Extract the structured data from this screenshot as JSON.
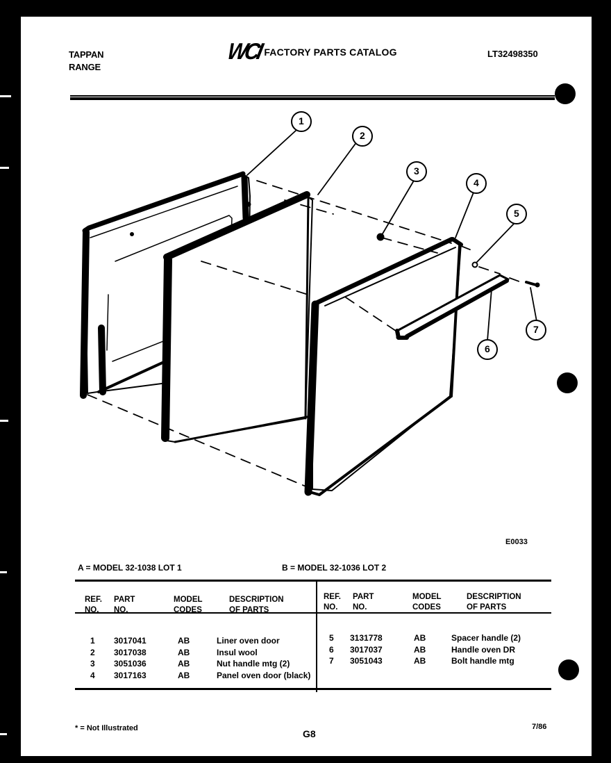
{
  "header": {
    "brand_line1": "TAPPAN",
    "brand_line2": "RANGE",
    "logo": "WCI",
    "catalog_title": "FACTORY PARTS CATALOG",
    "catalog_number": "LT32498350"
  },
  "diagram": {
    "code": "E0033",
    "callouts": [
      "1",
      "2",
      "3",
      "4",
      "5",
      "6",
      "7"
    ]
  },
  "models": {
    "a": "A = MODEL 32-1038 LOT 1",
    "b": "B = MODEL 32-1036 LOT 2"
  },
  "table": {
    "headers": {
      "ref_1": "REF.",
      "ref_2": "NO.",
      "part_1": "PART",
      "part_2": "NO.",
      "model_1": "MODEL",
      "model_2": "CODES",
      "desc_1": "DESCRIPTION",
      "desc_2": "OF PARTS"
    },
    "left_rows": [
      {
        "ref": "1",
        "part": "3017041",
        "codes": "AB",
        "desc": "Liner oven door"
      },
      {
        "ref": "2",
        "part": "3017038",
        "codes": "AB",
        "desc": "Insul wool"
      },
      {
        "ref": "3",
        "part": "3051036",
        "codes": "AB",
        "desc": "Nut handle mtg (2)"
      },
      {
        "ref": "4",
        "part": "3017163",
        "codes": "AB",
        "desc": "Panel oven door (black)"
      }
    ],
    "right_rows": [
      {
        "ref": "5",
        "part": "3131778",
        "codes": "AB",
        "desc": "Spacer handle (2)"
      },
      {
        "ref": "6",
        "part": "3017037",
        "codes": "AB",
        "desc": "Handle oven DR"
      },
      {
        "ref": "7",
        "part": "3051043",
        "codes": "AB",
        "desc": "Bolt handle mtg"
      }
    ]
  },
  "footer": {
    "note": "* = Not Illustrated",
    "page_code": "G8",
    "date": "7/86"
  }
}
